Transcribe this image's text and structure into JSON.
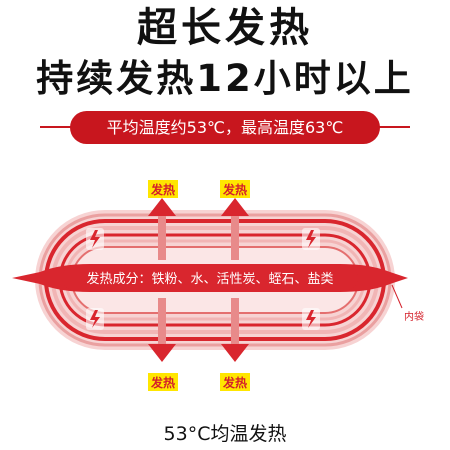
{
  "header": {
    "title_line1": "超长发热",
    "title_line2": "持续发热12小时以上",
    "banner": "平均温度约53℃，最高温度63℃"
  },
  "diagram": {
    "heat_labels": [
      "发热",
      "发热",
      "发热",
      "发热"
    ],
    "center_text": "发热成分：铁粉、水、活性炭、蛭石、盐类",
    "inner_bag_label": "内袋",
    "colors": {
      "accent_red": "#c8161e",
      "ring_pink": "#f4c9c9",
      "ring_red": "#d9262e",
      "label_yellow": "#ffe600"
    },
    "icons": [
      "arrow-up-icon",
      "arrow-down-icon",
      "lightning-icon"
    ]
  },
  "footer": {
    "caption": "53°C均温发热"
  }
}
